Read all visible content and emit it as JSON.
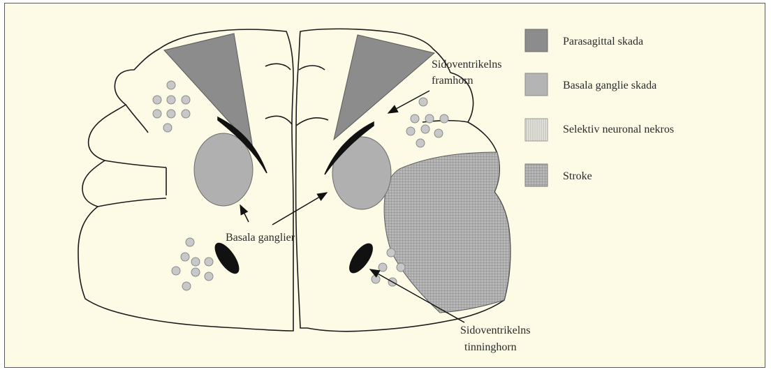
{
  "legend": [
    {
      "label": "Parasagittal skada",
      "pattern": "dark-gray",
      "color": "#8c8c8c"
    },
    {
      "label": "Basala ganglie skada",
      "pattern": "light-gray",
      "color": "#b4b4b4"
    },
    {
      "label": "Selektiv neuronal nekros",
      "pattern": "vertical-lines",
      "color": "#d9d9d2"
    },
    {
      "label": "Stroke",
      "pattern": "crosshatch",
      "color": "#a9a9a9"
    }
  ],
  "labels": {
    "frontal_horn_1": "Sidoventrikelns",
    "frontal_horn_2": "framhorn",
    "basal": "Basala ganglier",
    "temporal_horn_1": "Sidoventrikelns",
    "temporal_horn_2": "tinninghorn"
  },
  "colors": {
    "background": "#fdfbe6",
    "outline": "#1a1a1a",
    "parasagittal": "#8c8c8c",
    "basal_ganglia": "#b0b0b0",
    "neurons": "#c8c8c8",
    "ventricle": "#111111"
  }
}
